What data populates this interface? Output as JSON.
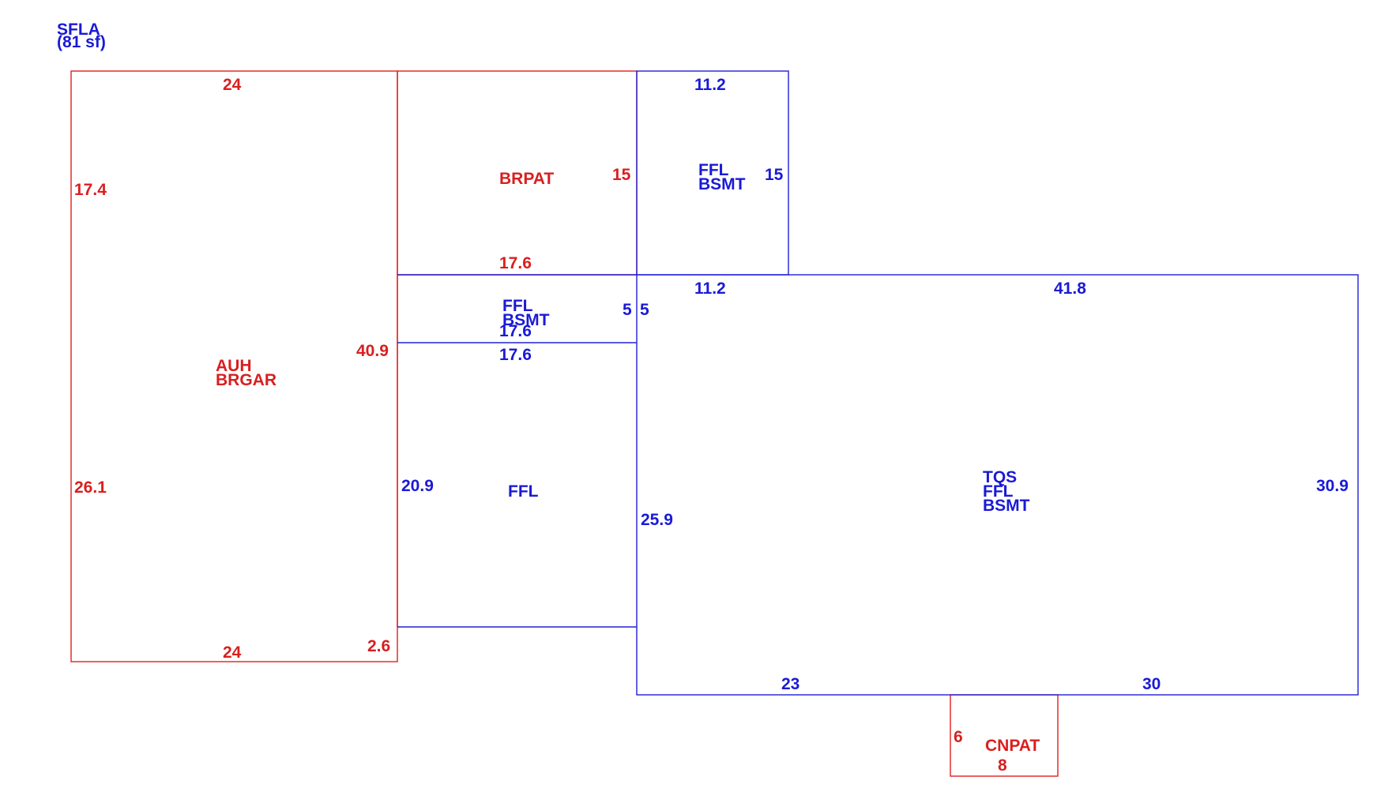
{
  "colors": {
    "red": "#d91f1f",
    "blue": "#1a1ad6",
    "background": "#ffffff"
  },
  "header": {
    "line1": "SFLA",
    "line2": "(81 sf)"
  },
  "areas": {
    "auh_brgar": {
      "line1": "AUH",
      "line2": "BRGAR"
    },
    "brpat": {
      "label": "BRPAT"
    },
    "ffl_bsmt_upper": {
      "line1": "FFL",
      "line2": "BSMT"
    },
    "ffl_bsmt_mid": {
      "line1": "FFL",
      "line2": "BSMT"
    },
    "ffl": {
      "label": "FFL"
    },
    "tqs_ffl_bsmt": {
      "line1": "TQS",
      "line2": "FFL",
      "line3": "BSMT"
    },
    "cnpat": {
      "label": "CNPAT"
    }
  },
  "dims": {
    "auh_top": "24",
    "auh_left_upper": "17.4",
    "auh_left_lower": "26.1",
    "auh_right": "40.9",
    "auh_bottom": "24",
    "auh_bottom_right": "2.6",
    "brpat_right": "15",
    "brpat_bottom": "17.6",
    "upper_top": "11.2",
    "upper_right": "15",
    "main_top_left": "11.2",
    "main_top_right": "41.8",
    "mid_right_a": "5",
    "mid_right_b": "5",
    "mid_bottom": "17.6",
    "ffl_top": "17.6",
    "ffl_left": "20.9",
    "main_left": "25.9",
    "main_right": "30.9",
    "main_bottom_left": "23",
    "main_bottom_right": "30",
    "cnpat_left": "6",
    "cnpat_bottom": "8"
  }
}
